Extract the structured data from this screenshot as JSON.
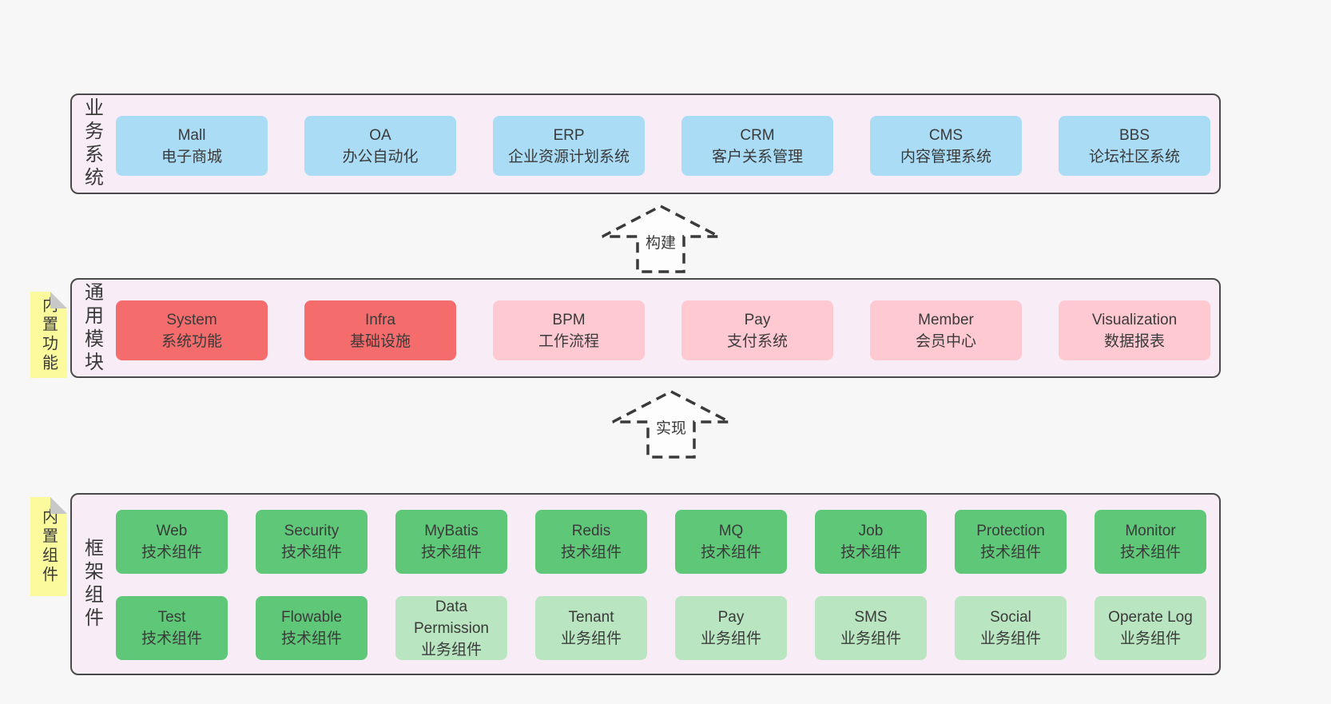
{
  "colors": {
    "page_bg": "#f7f7f7",
    "container_bg": "#f8edf6",
    "container_border": "#4a4a4a",
    "box_blue": "#aadcf6",
    "box_red": "#f56c6c",
    "box_pink": "#ffc9d2",
    "box_green": "#5fc878",
    "box_light_green": "#b9e5c0",
    "note_yellow": "#fbfb9e",
    "note_fold_gray": "#c8c8c8",
    "text": "#3a3a3a"
  },
  "arrows": [
    {
      "label": "构建"
    },
    {
      "label": "实现"
    }
  ],
  "notes": [
    {
      "label": "内置功能"
    },
    {
      "label": "内置组件"
    }
  ],
  "layers": [
    {
      "label": "业务系统",
      "boxes": [
        {
          "en": "Mall",
          "zh": "电子商城",
          "variant": "blue"
        },
        {
          "en": "OA",
          "zh": "办公自动化",
          "variant": "blue"
        },
        {
          "en": "ERP",
          "zh": "企业资源计划系统",
          "variant": "blue"
        },
        {
          "en": "CRM",
          "zh": "客户关系管理",
          "variant": "blue"
        },
        {
          "en": "CMS",
          "zh": "内容管理系统",
          "variant": "blue"
        },
        {
          "en": "BBS",
          "zh": "论坛社区系统",
          "variant": "blue"
        }
      ]
    },
    {
      "label": "通用模块",
      "boxes": [
        {
          "en": "System",
          "zh": "系统功能",
          "variant": "red"
        },
        {
          "en": "Infra",
          "zh": "基础设施",
          "variant": "red"
        },
        {
          "en": "BPM",
          "zh": "工作流程",
          "variant": "pink"
        },
        {
          "en": "Pay",
          "zh": "支付系统",
          "variant": "pink"
        },
        {
          "en": "Member",
          "zh": "会员中心",
          "variant": "pink"
        },
        {
          "en": "Visualization",
          "zh": "数据报表",
          "variant": "pink"
        }
      ]
    },
    {
      "label": "框架组件",
      "rows": [
        [
          {
            "en": "Web",
            "zh": "技术组件",
            "variant": "green"
          },
          {
            "en": "Security",
            "zh": "技术组件",
            "variant": "green"
          },
          {
            "en": "MyBatis",
            "zh": "技术组件",
            "variant": "green"
          },
          {
            "en": "Redis",
            "zh": "技术组件",
            "variant": "green"
          },
          {
            "en": "MQ",
            "zh": "技术组件",
            "variant": "green"
          },
          {
            "en": "Job",
            "zh": "技术组件",
            "variant": "green"
          },
          {
            "en": "Protection",
            "zh": "技术组件",
            "variant": "green"
          },
          {
            "en": "Monitor",
            "zh": "技术组件",
            "variant": "green"
          }
        ],
        [
          {
            "en": "Test",
            "zh": "技术组件",
            "variant": "green"
          },
          {
            "en": "Flowable",
            "zh": "技术组件",
            "variant": "green"
          },
          {
            "en": "Data Permission",
            "zh": "业务组件",
            "variant": "lightgreen"
          },
          {
            "en": "Tenant",
            "zh": "业务组件",
            "variant": "lightgreen"
          },
          {
            "en": "Pay",
            "zh": "业务组件",
            "variant": "lightgreen"
          },
          {
            "en": "SMS",
            "zh": "业务组件",
            "variant": "lightgreen"
          },
          {
            "en": "Social",
            "zh": "业务组件",
            "variant": "lightgreen"
          },
          {
            "en": "Operate Log",
            "zh": "业务组件",
            "variant": "lightgreen"
          }
        ]
      ]
    }
  ]
}
